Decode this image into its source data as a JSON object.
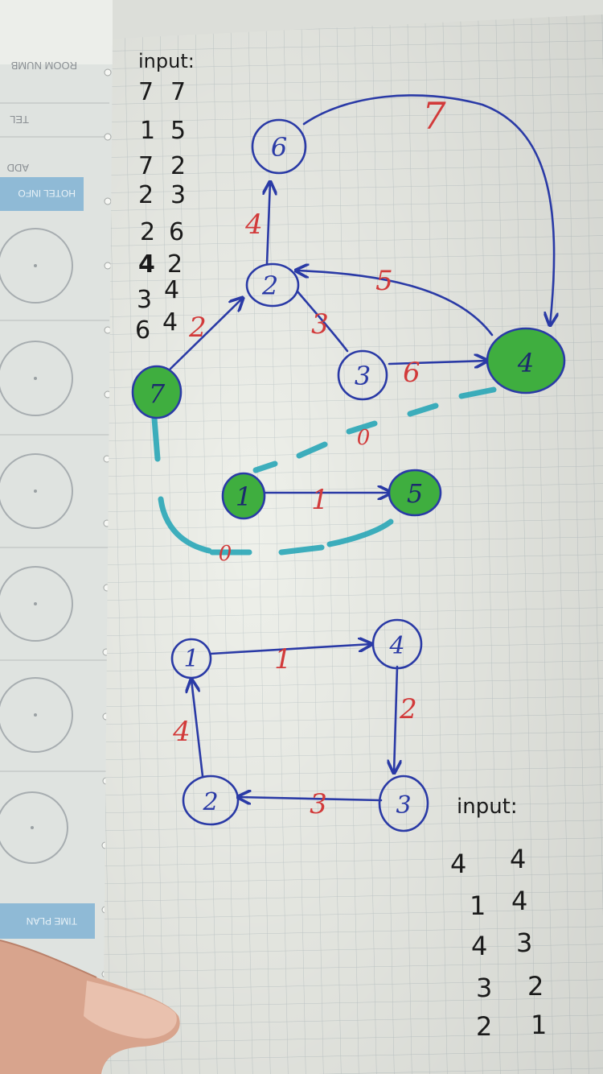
{
  "left_page": {
    "room_label": "ROOM NUMB",
    "tel_label": "TEL",
    "add_label": "ADD",
    "hotel_info_label": "HOTEL INFO",
    "time_plan_label": "TIME PLAN"
  },
  "graph1": {
    "input_label": "input:",
    "input_rows": [
      [
        "7",
        "7"
      ],
      [
        "1",
        "5"
      ],
      [
        "7",
        "2"
      ],
      [
        "2",
        "3"
      ],
      [
        "2",
        "6"
      ],
      [
        "4",
        "2"
      ],
      [
        "3",
        "4"
      ],
      [
        "6",
        "4"
      ]
    ],
    "nodes": [
      {
        "id": "6",
        "green": false
      },
      {
        "id": "2",
        "green": false
      },
      {
        "id": "3",
        "green": false
      },
      {
        "id": "4",
        "green": true
      },
      {
        "id": "7",
        "green": true
      },
      {
        "id": "1",
        "green": true
      },
      {
        "id": "5",
        "green": true
      }
    ],
    "edges": [
      {
        "from": "6",
        "to": "4",
        "label": "7"
      },
      {
        "from": "2",
        "to": "6",
        "label": "4"
      },
      {
        "from": "7",
        "to": "2",
        "label": "2"
      },
      {
        "from": "2",
        "to": "3",
        "label": "3"
      },
      {
        "from": "3",
        "to": "4",
        "label": "6"
      },
      {
        "from": "4",
        "to": "2",
        "label": "5"
      },
      {
        "from": "1",
        "to": "5",
        "label": "1"
      }
    ],
    "dashed_labels": [
      "0",
      "0"
    ]
  },
  "graph2": {
    "input_label": "input:",
    "input_rows": [
      [
        "4",
        "4"
      ],
      [
        "1",
        "4"
      ],
      [
        "4",
        "3"
      ],
      [
        "3",
        "2"
      ],
      [
        "2",
        "1"
      ]
    ],
    "nodes": [
      "1",
      "4",
      "3",
      "2"
    ],
    "edges": [
      {
        "from": "1",
        "to": "4",
        "label": "1"
      },
      {
        "from": "4",
        "to": "3",
        "label": "2"
      },
      {
        "from": "3",
        "to": "2",
        "label": "3"
      },
      {
        "from": "2",
        "to": "1",
        "label": "4"
      }
    ]
  },
  "colors": {
    "ink_blue": "#2a3aa6",
    "ink_red": "#d23a3a",
    "highlighter_green": "#3fae3f",
    "teal_dash": "#1fa3b5",
    "pencil": "#1a1a1a",
    "grid": "#c9cfd0",
    "paper": "#eef0ea"
  },
  "icons": [
    "finger",
    "clock-face"
  ]
}
